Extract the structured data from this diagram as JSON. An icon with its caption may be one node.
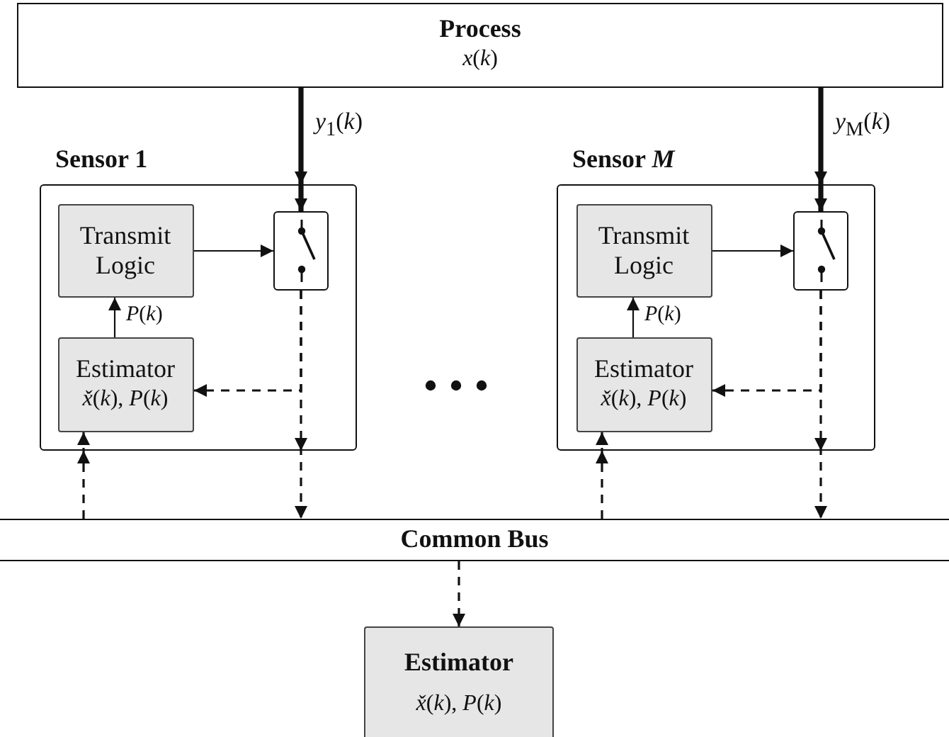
{
  "diagram": {
    "nodes": [
      {
        "text": [
          "Process",
          "*x*(*k*)"
        ]
      },
      {
        "text": [
          "Sensor 1"
        ]
      },
      {
        "text": [
          "Transmit Logic"
        ],
        "in": 1
      },
      {
        "text": [],
        "shape": "switch",
        "in": 1
      },
      {
        "text": [
          "Estimator",
          "*x̌*(*k*), *P*(*k*)"
        ],
        "in": 1
      },
      {
        "text": [
          "Sensor *M*"
        ]
      },
      {
        "text": [
          "Transmit Logic"
        ],
        "in": 5
      },
      {
        "text": [],
        "shape": "switch",
        "in": 5
      },
      {
        "text": [
          "Estimator",
          "*x̌*(*k*), *P*(*k*)"
        ],
        "in": 5
      },
      {
        "text": [
          "Common Bus"
        ]
      },
      {
        "text": [
          "Estimator",
          "*x̌*(*k*), *P*(*k*)"
        ]
      }
    ],
    "edges": [
      {
        "from": 0,
        "to": 3,
        "arrow": "to",
        "label": "*y*$_{1}$(*k*)",
        "style": "thick"
      },
      {
        "from": 2,
        "to": 3,
        "arrow": "to"
      },
      {
        "from": 4,
        "to": 2,
        "arrow": "to",
        "label": "*P*(*k*)"
      },
      {
        "from": 3,
        "to": 4,
        "arrow": "to",
        "style": "dashed"
      },
      {
        "from": 3,
        "to": 9,
        "arrow": "to",
        "style": "dashed"
      },
      {
        "from": 9,
        "to": 4,
        "arrow": "to",
        "style": "dashed"
      },
      {
        "from": 0,
        "to": 7,
        "arrow": "to",
        "label": "*y*$_{M}$(*k*)",
        "style": "thick"
      },
      {
        "from": 6,
        "to": 7,
        "arrow": "to"
      },
      {
        "from": 8,
        "to": 6,
        "arrow": "to",
        "label": "*P*(*k*)"
      },
      {
        "from": 7,
        "to": 8,
        "arrow": "to",
        "style": "dashed"
      },
      {
        "from": 7,
        "to": 9,
        "arrow": "to",
        "style": "dashed"
      },
      {
        "from": 9,
        "to": 8,
        "arrow": "to",
        "style": "dashed"
      },
      {
        "from": 9,
        "to": 10,
        "arrow": "to",
        "style": "dashed"
      }
    ]
  }
}
